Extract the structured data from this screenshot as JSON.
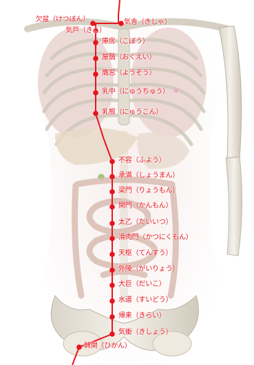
{
  "meridian_color": "#e8141e",
  "points": [
    {
      "label": "欠盆（けつぼん）"
    },
    {
      "label": "気戸（きこ）"
    },
    {
      "label": "気舎（きしゃ）"
    },
    {
      "label": "庫房（こぼう）"
    },
    {
      "label": "屋翳（おくえい）"
    },
    {
      "label": "膺窓（ようそう）"
    },
    {
      "label": "乳中（にゅうちゅう）"
    },
    {
      "label": "乳根（にゅうこん）"
    },
    {
      "label": "不容（ふよう）"
    },
    {
      "label": "承満（しょうまん）"
    },
    {
      "label": "梁門（りょうもん）"
    },
    {
      "label": "関門（かんもん）"
    },
    {
      "label": "太乙（たいいつ）"
    },
    {
      "label": "滑肉門（かつにくもん）"
    },
    {
      "label": "天枢（てんすう）"
    },
    {
      "label": "外陵（がいりょう）"
    },
    {
      "label": "大巨（だいこ）"
    },
    {
      "label": "水道（すいどう）"
    },
    {
      "label": "帰来（きらい）"
    },
    {
      "label": "気衝（きしょう）"
    },
    {
      "label": "髀関（ひかん）"
    }
  ]
}
